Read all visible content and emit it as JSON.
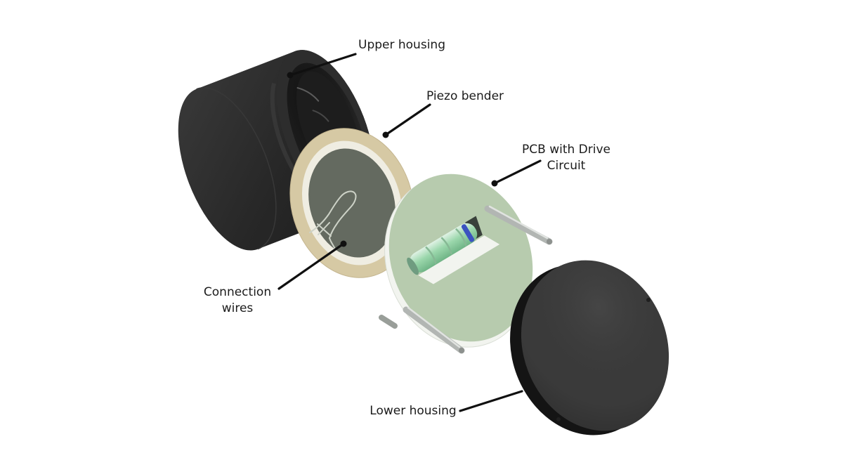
{
  "diagram": {
    "type": "exploded-view-assembly",
    "background": "#ffffff",
    "labels": {
      "upper_housing": "Upper housing",
      "piezo_bender": "Piezo bender",
      "pcb_line1": "PCB with Drive",
      "pcb_line2": "Circuit",
      "connection_line1": "Connection",
      "connection_line2": "wires",
      "lower_housing": "Lower housing"
    },
    "colors": {
      "housing_face": "#2d2d2d",
      "housing_dark": "#262626",
      "cavity_dark": "#1d1d1d",
      "piezo_ring_tan": "#d6c9a4",
      "piezo_ring_white": "#efede2",
      "piezo_center": "#646a60",
      "wire_light": "#cdd2c7",
      "pcb_green": "#b7cbae",
      "pcb_edge_white": "#f2f4ef",
      "pin_grey": "#b2b6b3",
      "pin_stub_grey": "#999e99",
      "component_band_blue": "#3b53c0",
      "lower_face": "#3a3a3a",
      "lower_rim": "#141414",
      "hole_dark": "#1f1f1f",
      "pointer": "#101010",
      "label_text": "#1b1b1b"
    }
  }
}
